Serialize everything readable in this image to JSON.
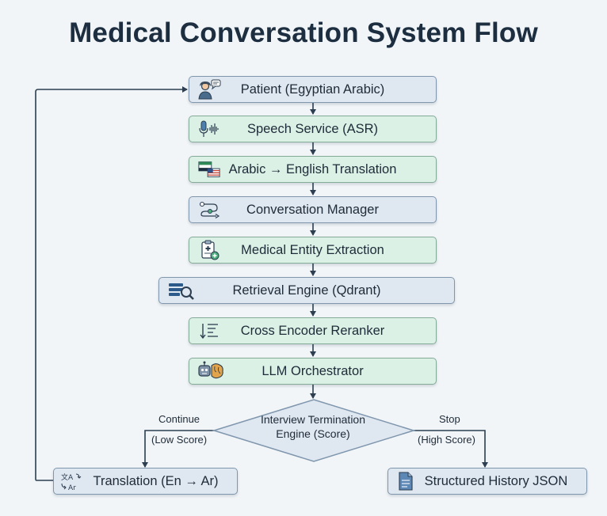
{
  "title": "Medical Conversation System Flow",
  "nodes": {
    "patient": "Patient (Egyptian Arabic)",
    "speech": "Speech Service (ASR)",
    "translation_ar_en": "Arabic → English Translation",
    "conversation_manager": "Conversation Manager",
    "entity_extraction": "Medical Entity Extraction",
    "retrieval": "Retrieval Engine (Qdrant)",
    "reranker": "Cross Encoder Reranker",
    "llm": "LLM Orchestrator",
    "termination_line1": "Interview Termination",
    "termination_line2": "Engine (Score)",
    "translation_en_ar": "Translation (En → Ar)",
    "structured_history": "Structured History JSON"
  },
  "edges": {
    "continue": "Continue",
    "low_score": "(Low Score)",
    "stop": "Stop",
    "high_score": "(High Score)"
  },
  "icons": {
    "patient": "patient-speech-icon",
    "speech": "microphone-waveform-icon",
    "translation_ar_en": "flags-translation-icon",
    "conversation_manager": "workflow-route-icon",
    "entity_extraction": "medical-clipboard-icon",
    "retrieval": "database-search-icon",
    "reranker": "sort-ranking-icon",
    "llm": "robot-brain-icon",
    "translation_en_ar": "language-translate-icon",
    "structured_history": "document-icon"
  },
  "colors": {
    "blue_node": "#dfe7f1",
    "green_node": "#dcf1e6",
    "border": "#7f96ad",
    "connector": "#2c3e50",
    "title": "#1c2e3f",
    "background": "#f1f5f8"
  }
}
